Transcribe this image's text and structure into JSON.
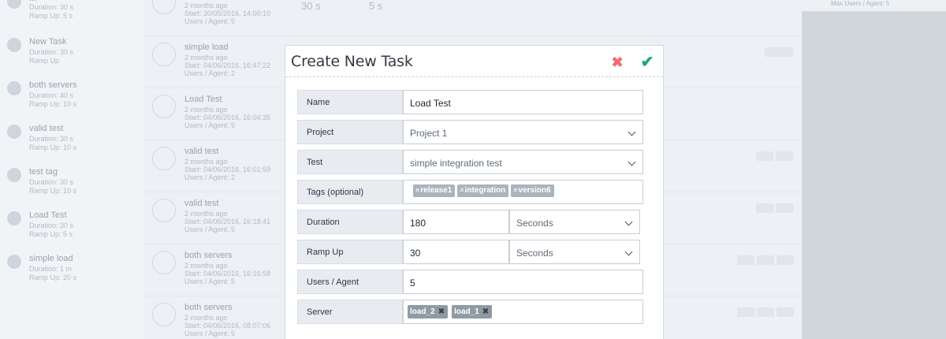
{
  "background": {
    "left_items": [
      {
        "title": "...",
        "sub1": "Duration: 30 s",
        "sub2": "Ramp Up: 5 s"
      },
      {
        "title": "New Task",
        "sub1": "Duration: 30 s",
        "sub2": "Ramp Up"
      },
      {
        "title": "both servers",
        "sub1": "Duration: 40 s",
        "sub2": "Ramp Up: 10 s"
      },
      {
        "title": "valid test",
        "sub1": "Duration: 30 s",
        "sub2": "Ramp Up: 10 s"
      },
      {
        "title": "test tag",
        "sub1": "Duration: 30 s",
        "sub2": "Ramp Up: 10 s"
      },
      {
        "title": "Load Test",
        "sub1": "Duration: 30 s",
        "sub2": "Ramp Up: 5 s"
      },
      {
        "title": "simple load",
        "sub1": "Duration: 1 m",
        "sub2": "Ramp Up: 20 s"
      }
    ],
    "mid_items": [
      {
        "title": "...",
        "sub1": "2 months ago",
        "sub2": "Start: 30/05/2016, 14:00:10",
        "sub3": "Users / Agent: 5"
      },
      {
        "title": "simple load",
        "sub1": "2 months ago",
        "sub2": "Start: 04/06/2016, 16:47:22",
        "sub3": "Users / Agent: 2"
      },
      {
        "title": "Load Test",
        "sub1": "2 months ago",
        "sub2": "Start: 04/06/2016, 16:04:35",
        "sub3": "Users / Agent: 5"
      },
      {
        "title": "valid test",
        "sub1": "2 months ago",
        "sub2": "Start: 04/06/2016, 16:01:59",
        "sub3": "Users / Agent: 2"
      },
      {
        "title": "valid test",
        "sub1": "2 months ago",
        "sub2": "Start: 04/06/2016, 16:18:41",
        "sub3": "Users / Agent: 5"
      },
      {
        "title": "both servers",
        "sub1": "2 months ago",
        "sub2": "Start: 04/06/2016, 16:16:58",
        "sub3": "Users / Agent: 5"
      },
      {
        "title": "both servers",
        "sub1": "2 months ago",
        "sub2": "Start: 04/06/2016, 08:07:06",
        "sub3": "Users / Agent: 5"
      }
    ],
    "top_stats": [
      "30 s",
      "5 s"
    ],
    "right_box": "Max Users / Agent: 5"
  },
  "modal": {
    "title": "Create New Task",
    "close_icon": "close-icon",
    "confirm_icon": "check-icon",
    "close_color": "#ef6f6f",
    "confirm_color": "#22a67f",
    "fields": {
      "name": {
        "label": "Name",
        "value": "Load Test"
      },
      "project": {
        "label": "Project",
        "value": "Project 1"
      },
      "test": {
        "label": "Test",
        "value": "simple integration test"
      },
      "tags": {
        "label": "Tags (optional)",
        "values": [
          "release1",
          "integration",
          "version6"
        ]
      },
      "duration": {
        "label": "Duration",
        "value": "180",
        "unit": "Seconds"
      },
      "rampup": {
        "label": "Ramp Up",
        "value": "30",
        "unit": "Seconds"
      },
      "users": {
        "label": "Users / Agent",
        "value": "5"
      },
      "server": {
        "label": "Server",
        "values": [
          "load_2",
          "load_1"
        ]
      }
    }
  }
}
